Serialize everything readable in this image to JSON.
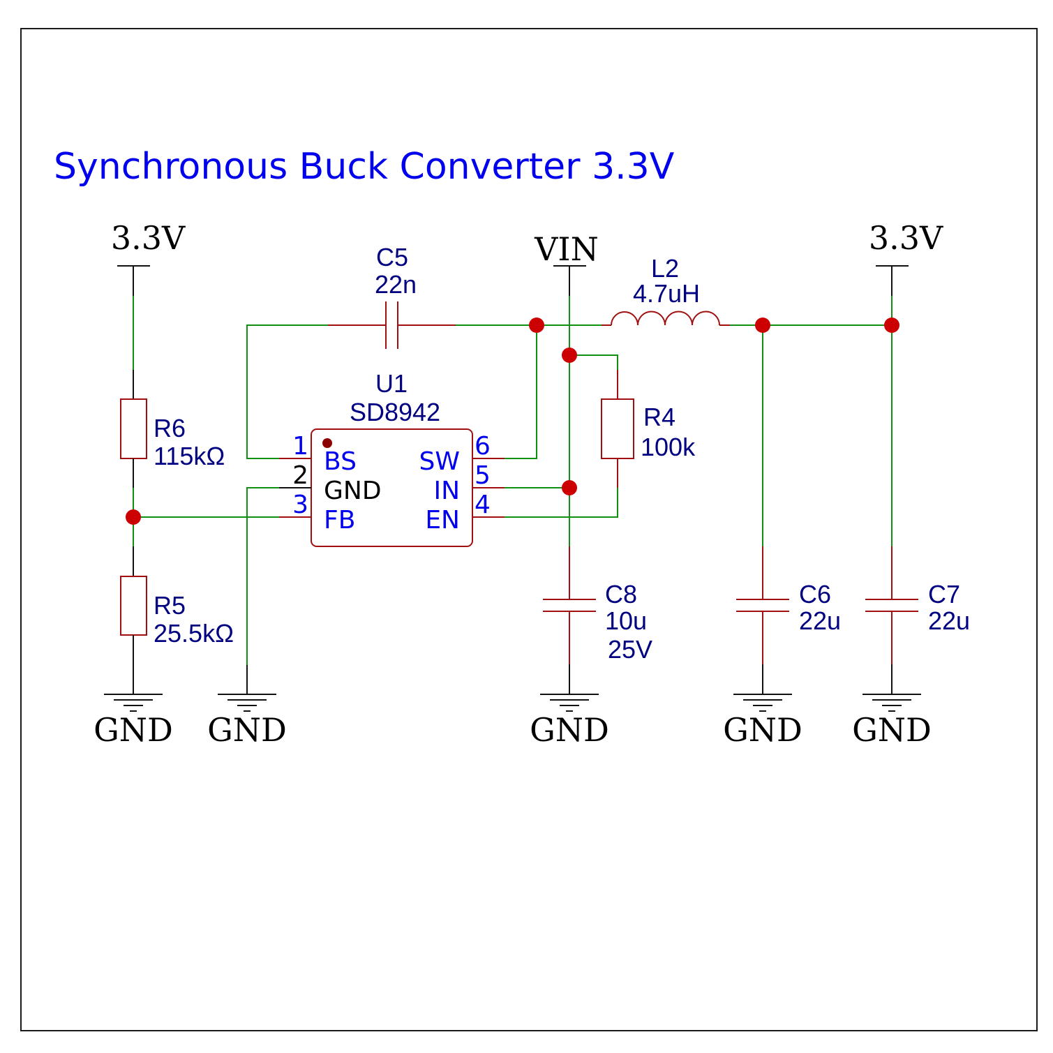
{
  "schematic": {
    "title": "Synchronous Buck Converter 3.3V",
    "colors": {
      "wire": "#109010",
      "component": "#a01010",
      "junction": "#cc0000",
      "title": "#0000ee",
      "ref_text": "#000080",
      "pin_text": "#0000ee"
    },
    "power_labels": {
      "v33_left": "3.3V",
      "vin": "VIN",
      "v33_right": "3.3V"
    },
    "ground_labels": [
      "GND",
      "GND",
      "GND",
      "GND",
      "GND"
    ],
    "components": {
      "U1": {
        "ref": "U1",
        "value": "SD8942",
        "pins": [
          {
            "number": "1",
            "name": "BS"
          },
          {
            "number": "2",
            "name": "GND"
          },
          {
            "number": "3",
            "name": "FB"
          },
          {
            "number": "4",
            "name": "EN"
          },
          {
            "number": "5",
            "name": "IN"
          },
          {
            "number": "6",
            "name": "SW"
          }
        ]
      },
      "C5": {
        "ref": "C5",
        "value": "22n"
      },
      "L2": {
        "ref": "L2",
        "value": "4.7uH"
      },
      "R6": {
        "ref": "R6",
        "value": "115kΩ"
      },
      "R5": {
        "ref": "R5",
        "value": "25.5kΩ"
      },
      "R4": {
        "ref": "R4",
        "value": "100k"
      },
      "C8": {
        "ref": "C8",
        "value": "10u",
        "voltage": "25V"
      },
      "C6": {
        "ref": "C6",
        "value": "22u"
      },
      "C7": {
        "ref": "C7",
        "value": "22u"
      }
    }
  }
}
